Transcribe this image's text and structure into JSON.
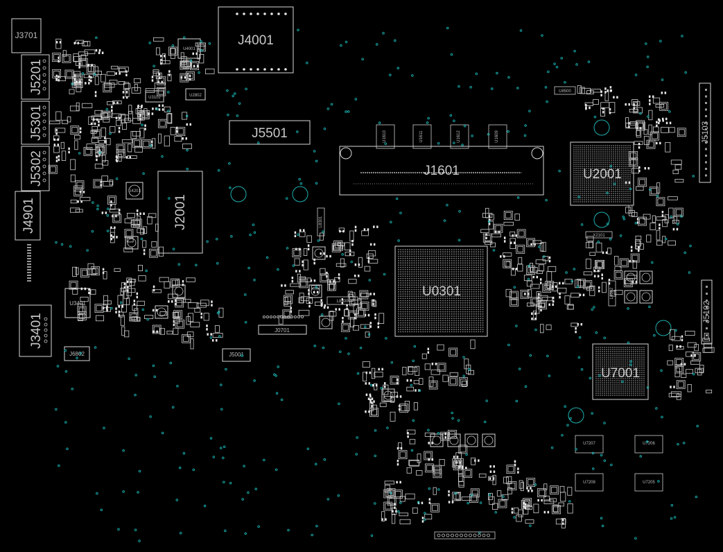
{
  "diagram": {
    "background": "#000000",
    "outline_color": "#d8d8d8",
    "via_color": "#18b3b3",
    "labels": {
      "j3701": "J3701",
      "j4001": "J4001",
      "u4001": "U4001",
      "j5201": "J5201",
      "j5301": "J5301",
      "j5302": "J5302",
      "j4901": "J4901",
      "j3401": "J3401",
      "u3401": "U3401",
      "j6802": "J6802",
      "j5501": "J5501",
      "j2001": "J2001",
      "j1601": "J1601",
      "u2001": "U2001",
      "u0301": "U0301",
      "u7001": "U7001",
      "j5103": "J5103",
      "j5102": "J5102",
      "j0701": "J0701",
      "j5001": "J5001",
      "u7207": "U7207",
      "u7206": "U7206",
      "u7208": "U7208",
      "u7205": "U7205",
      "u3102": "U3102",
      "u2802": "U2802",
      "u1610": "U1610",
      "u1611": "U1611",
      "u1612": "U1612",
      "u1609": "U1609",
      "u4201": "U4201",
      "x2101": "X2101",
      "l8300": "L8300",
      "l8301": "L8301",
      "l8302": "L8302",
      "u8500": "U8500"
    }
  }
}
